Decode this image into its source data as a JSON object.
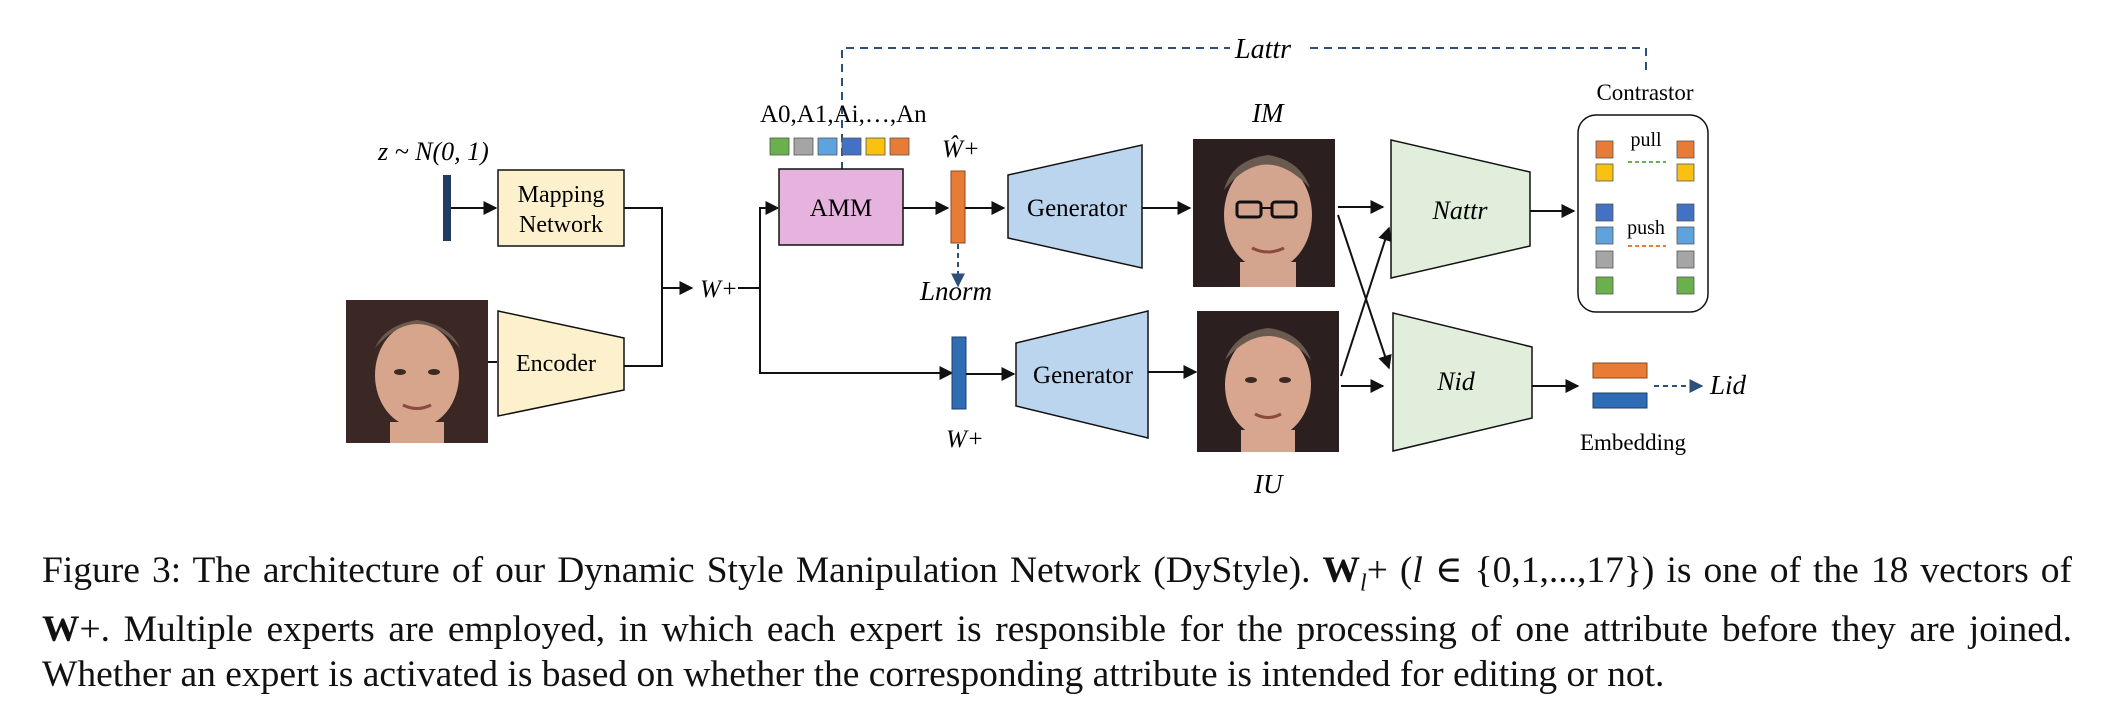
{
  "figure": {
    "latent_label": "z ~ N(0, 1)",
    "mapping_network": [
      "Mapping",
      "Network"
    ],
    "encoder": "Encoder",
    "w_plus_mid": "W+",
    "attr_list": "A0,A1,Ai,…,An",
    "amm": "AMM",
    "w_hat_plus": "Ŵ+",
    "l_norm": "Lnorm",
    "l_attr": "Lattr",
    "generator_top": "Generator",
    "generator_bottom": "Generator",
    "w_plus_bottom": "W+",
    "i_m": "IM",
    "i_u": "IU",
    "n_attr": "Nattr",
    "n_id": "Nid",
    "contrastor": "Contrastor",
    "pull": "pull",
    "push": "push",
    "embedding": "Embedding",
    "l_id": "Lid",
    "colors": {
      "latent_bar": "#1f3b63",
      "mapping_fill": "#fdf1cd",
      "encoder_fill": "#fdf1cd",
      "amm_fill": "#e6b3de",
      "generator_fill": "#bcd5ee",
      "net_fill": "#e0eedb",
      "orange": "#e87b36",
      "blue": "#2e6db4",
      "gray": "#a5a5a5",
      "light_blue": "#5ea2de",
      "dark_blue": "#4372c4",
      "yellow": "#fbc110",
      "green": "#6ab04c"
    }
  },
  "caption": {
    "fig_label": "Figure 3:",
    "text1": "The architecture of our Dynamic Style Manipulation Network (DyStyle).",
    "wl": "W",
    "wl_sub": "l",
    "wl_rest": "+ (",
    "l_var": "l",
    "set_text": " ∈ {0,1,...,17}) is one of the 18 vectors of ",
    "w_bold": "W",
    "text2": "+. Multiple experts are employed, in which each expert is responsible for the processing of one attribute before they are joined. Whether an expert is activated is based on whether the corresponding attribute is intended for editing or not."
  }
}
